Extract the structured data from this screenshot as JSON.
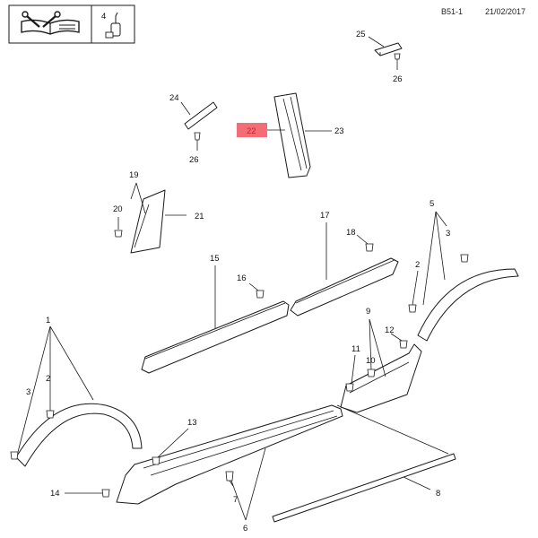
{
  "header": {
    "code": "B51-1",
    "date": "21/02/2017",
    "legend_icon": "manual-wrench-icon",
    "legend_quantity": "4",
    "legend_part_icon": "sealant-tube-icon"
  },
  "callouts": {
    "c1": "1",
    "c2a": "2",
    "c2b": "2",
    "c3a": "3",
    "c3b": "3",
    "c5": "5",
    "c6": "6",
    "c7": "7",
    "c8": "8",
    "c9": "9",
    "c10": "10",
    "c11": "11",
    "c12": "12",
    "c13": "13",
    "c14": "14",
    "c15": "15",
    "c16": "16",
    "c17": "17",
    "c18": "18",
    "c19": "19",
    "c20": "20",
    "c21": "21",
    "c22": "22",
    "c23": "23",
    "c24": "24",
    "c25": "25",
    "c26a": "26",
    "c26b": "26"
  },
  "colors": {
    "highlight_fill": "#f26d76",
    "highlight_text": "#c8202a",
    "line": "#1a1a1a"
  }
}
